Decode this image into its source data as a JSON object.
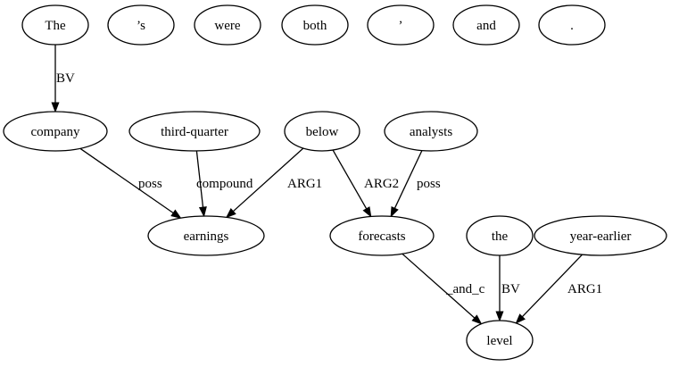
{
  "nodes": [
    {
      "id": "The",
      "label": "The"
    },
    {
      "id": "s",
      "label": "’s"
    },
    {
      "id": "were",
      "label": "were"
    },
    {
      "id": "both",
      "label": "both"
    },
    {
      "id": "apos",
      "label": "’"
    },
    {
      "id": "and",
      "label": "and"
    },
    {
      "id": "period",
      "label": "."
    },
    {
      "id": "company",
      "label": "company"
    },
    {
      "id": "third_quarter",
      "label": "third-quarter"
    },
    {
      "id": "below",
      "label": "below"
    },
    {
      "id": "analysts",
      "label": "analysts"
    },
    {
      "id": "earnings",
      "label": "earnings"
    },
    {
      "id": "forecasts",
      "label": "forecasts"
    },
    {
      "id": "the",
      "label": "the"
    },
    {
      "id": "year_earlier",
      "label": "year-earlier"
    },
    {
      "id": "level",
      "label": "level"
    }
  ],
  "edges": [
    {
      "from": "The",
      "to": "company",
      "label": "BV"
    },
    {
      "from": "company",
      "to": "earnings",
      "label": "poss"
    },
    {
      "from": "third_quarter",
      "to": "earnings",
      "label": "compound"
    },
    {
      "from": "below",
      "to": "earnings",
      "label": "ARG1"
    },
    {
      "from": "below",
      "to": "forecasts",
      "label": "ARG2"
    },
    {
      "from": "analysts",
      "to": "forecasts",
      "label": "poss"
    },
    {
      "from": "forecasts",
      "to": "level",
      "label": "_and_c"
    },
    {
      "from": "the",
      "to": "level",
      "label": "BV"
    },
    {
      "from": "year_earlier",
      "to": "level",
      "label": "ARG1"
    }
  ]
}
